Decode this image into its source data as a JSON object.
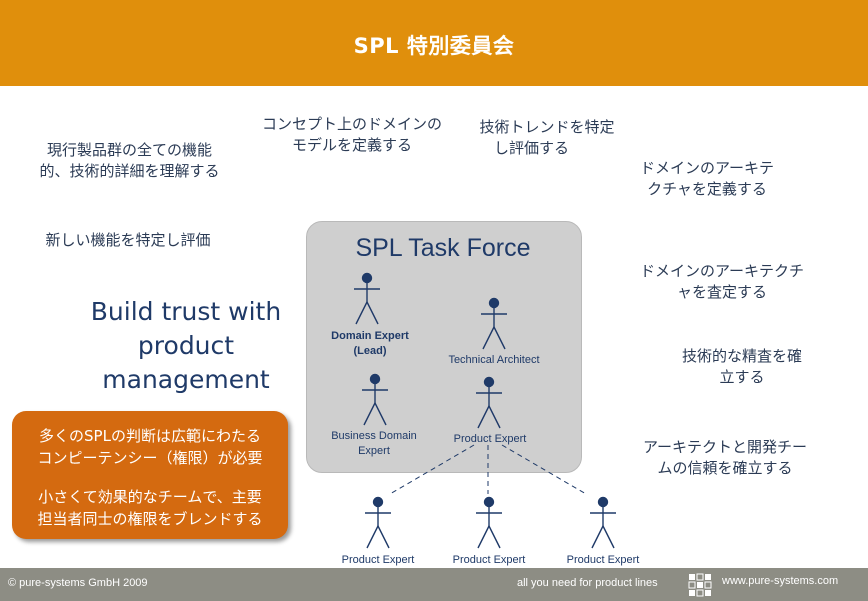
{
  "title": "SPL 特別委員会",
  "left_items": {
    "item1": [
      "現行製品群の全ての機能",
      "的、技術的詳細を理解する"
    ],
    "item2": "新しい機能を特定し評価",
    "trust": [
      "Build trust with",
      "product",
      "management"
    ]
  },
  "top_items": {
    "concept": [
      "コンセプト上のドメインの",
      "モデルを定義する"
    ],
    "tech": [
      "技術トレンドを特定",
      "し評価する"
    ]
  },
  "right_items": {
    "r1": [
      "ドメインのアーキテ",
      "クチャを定義する"
    ],
    "r2": [
      "ドメインのアーキテクチ",
      "ャを査定する"
    ],
    "r3": [
      "技術的な精査を確",
      "立する"
    ],
    "r4": [
      "アーキテクトと開発チー",
      "ムの信頼を確立する"
    ]
  },
  "orange_box": {
    "line1": "多くのSPLの判断は広範にわたる",
    "line2": "コンピーテンシー（権限）が必要",
    "line3": "小さくて効果的なチームで、主要",
    "line4": "担当者同士の権限をブレンドする"
  },
  "task_force": {
    "title": "SPL Task Force",
    "domain_expert": [
      "Domain Expert",
      "(Lead)"
    ],
    "technical_architect": "Technical Architect",
    "business_domain_expert": [
      "Business Domain",
      "Expert"
    ],
    "product_expert": "Product Expert"
  },
  "sub_experts": [
    "Product Expert",
    "Product Expert",
    "Product Expert"
  ],
  "footer": {
    "copyright": "© pure-systems GmbH 2009",
    "tagline": "all you need for product lines",
    "website": "www.pure-systems.com"
  },
  "colors": {
    "header": "#e08f0c",
    "orange_box": "#d46a10",
    "footer": "#8d8d84",
    "task_force_bg": "#cfcfcf",
    "figure": "#1f3a68"
  }
}
